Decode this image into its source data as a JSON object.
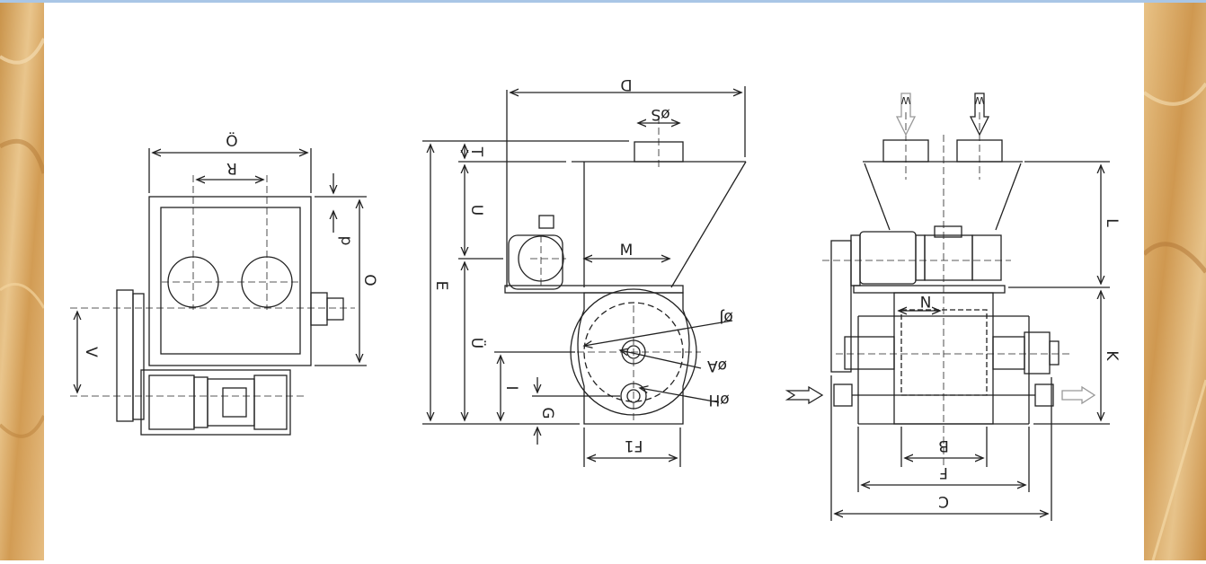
{
  "colors": {
    "top_bar": "#a9c6e6",
    "side_texture": "#d8a55a",
    "drawing_bg": "#ffffff",
    "line": "#222222"
  },
  "left_view": {
    "dim_width": "Ö",
    "dim_spacing": "R",
    "dim_p": "p",
    "dim_height": "O",
    "dim_v": "V"
  },
  "middle_view": {
    "dim_top": "D",
    "dim_s": "øS",
    "dim_t": "T",
    "dim_u": "U",
    "dim_e": "E",
    "dim_m": "M",
    "dim_j": "øJ",
    "dim_a": "øA",
    "dim_h": "øH",
    "dim_u2": "Ü",
    "dim_i": "I",
    "dim_g": "G",
    "dim_f1": "F1"
  },
  "right_view": {
    "arrow_w_left": "W",
    "arrow_w_right": "W",
    "dim_l": "L",
    "dim_n": "N",
    "dim_k": "K",
    "dim_b": "B",
    "dim_f": "F",
    "dim_c": "C"
  }
}
